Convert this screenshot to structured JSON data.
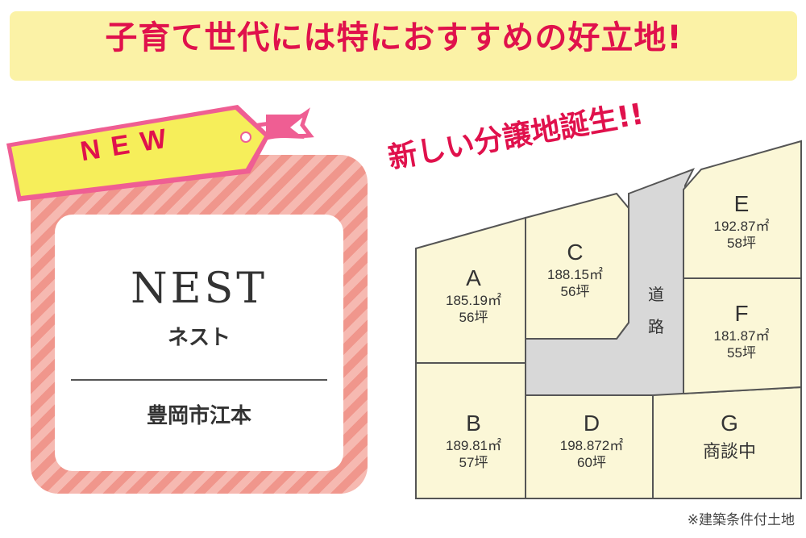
{
  "headline": "子育て世代には特におすすめの好立地!",
  "new_tag": "NEW",
  "property": {
    "name_en": "NEST",
    "name_kana": "ネスト",
    "location": "豊岡市江本"
  },
  "subhead": "新しい分譲地誕生!!",
  "road_label": "道路",
  "lots": [
    {
      "id": "A",
      "area": "185.19㎡",
      "tsubo": "56坪"
    },
    {
      "id": "B",
      "area": "189.81㎡",
      "tsubo": "57坪"
    },
    {
      "id": "C",
      "area": "188.15㎡",
      "tsubo": "56坪"
    },
    {
      "id": "D",
      "area": "198.872㎡",
      "tsubo": "60坪"
    },
    {
      "id": "E",
      "area": "192.87㎡",
      "tsubo": "58坪"
    },
    {
      "id": "F",
      "area": "181.87㎡",
      "tsubo": "55坪"
    },
    {
      "id": "G",
      "status": "商談中"
    }
  ],
  "footnote": "※建築条件付土地",
  "colors": {
    "accent_red": "#e0114c",
    "banner_yellow": "#fbf2a6",
    "tag_yellow": "#f6ee5a",
    "tag_pink": "#ef5e93",
    "card_stripe": "#f0968c",
    "lot_fill": "#fbf7d7",
    "road_fill": "#d8d8d8"
  }
}
